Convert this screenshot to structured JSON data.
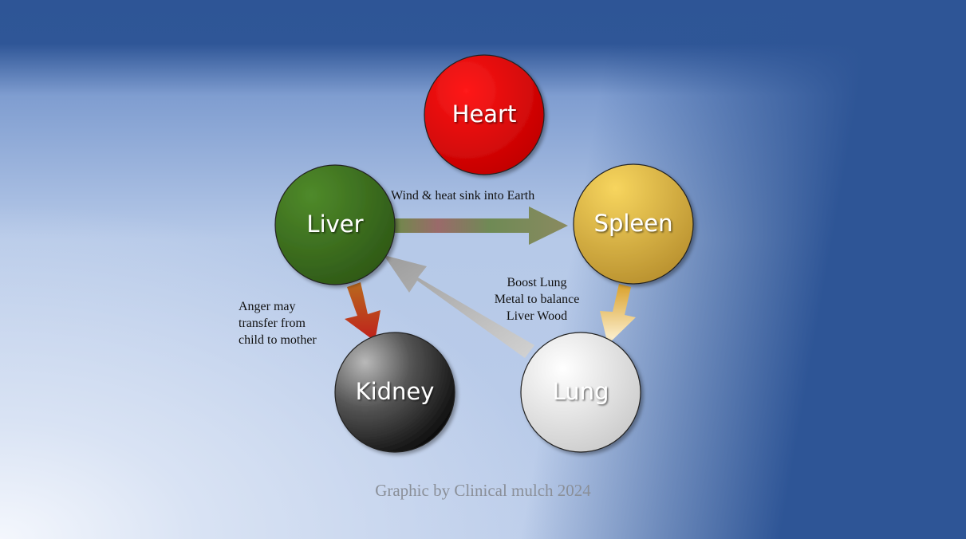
{
  "organs": {
    "heart": "Heart",
    "liver": "Liver",
    "spleen": "Spleen",
    "kidney": "Kidney",
    "lung": "Lung"
  },
  "annotations": {
    "liver_to_spleen": "Wind & heat sink into Earth",
    "liver_to_kidney": [
      "Anger may",
      "transfer from",
      "child to mother"
    ],
    "lung_to_liver": [
      "Boost Lung",
      "Metal to balance",
      "Liver Wood"
    ]
  },
  "credit": "Graphic by Clinical mulch 2024",
  "colors": {
    "heart": "#e60000",
    "liver": "#3f6f1f",
    "spleen": "#e9c04e",
    "kidney": "#3a3a3a",
    "lung": "#e6e6e6"
  }
}
